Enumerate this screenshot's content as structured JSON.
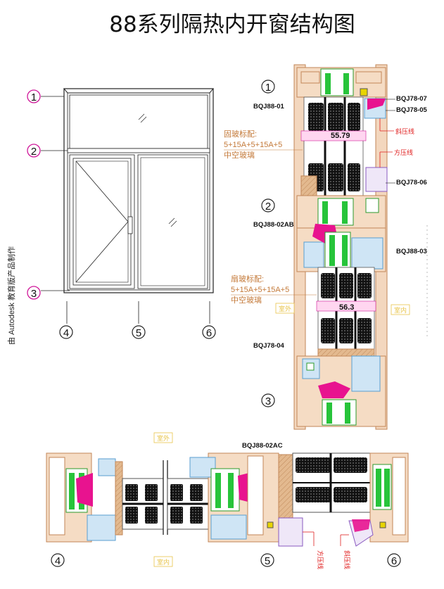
{
  "title": "88系列隔热内开窗结构图",
  "side_text": "由 Autodesk 教育版产品制作",
  "markers": [
    "1",
    "2",
    "3",
    "4",
    "5",
    "6"
  ],
  "parts": {
    "bqj88_01": "BQJ88-01",
    "bqj78_07": "BQJ78-07",
    "bqj78_05": "BQJ78-05",
    "bqj78_06": "BQJ78-06",
    "bqj88_02ab": "BQJ88-02AB",
    "bqj88_03": "BQJ88-03",
    "bqj78_04": "BQJ78-04",
    "bqj88_02ac": "BQJ88-02AC"
  },
  "notes": {
    "fixed_glass_label": "固玻标配:",
    "fixed_glass_spec": "5+15A+5+15A+5",
    "fixed_glass_type": "中空玻璃",
    "sash_glass_label": "扇玻标配:",
    "sash_glass_spec": "5+15A+5+15A+5",
    "sash_glass_type": "中空玻璃"
  },
  "dims": {
    "fixed": "55.79",
    "sash": "56.3"
  },
  "beads": {
    "slanted": "斜压线",
    "square": "方压线"
  },
  "rooms": {
    "outdoor": "室外",
    "indoor": "室内"
  },
  "colors": {
    "frame": "#d9a07a",
    "thermal": "#27c43a",
    "gasket": "#e8138f",
    "glass": "#111111",
    "blue": "#5aa6d8",
    "purple": "#8a5ac0",
    "yellow": "#e8d400",
    "marker": "#d0189a",
    "note": "#c47a3a",
    "red": "#e02020"
  }
}
